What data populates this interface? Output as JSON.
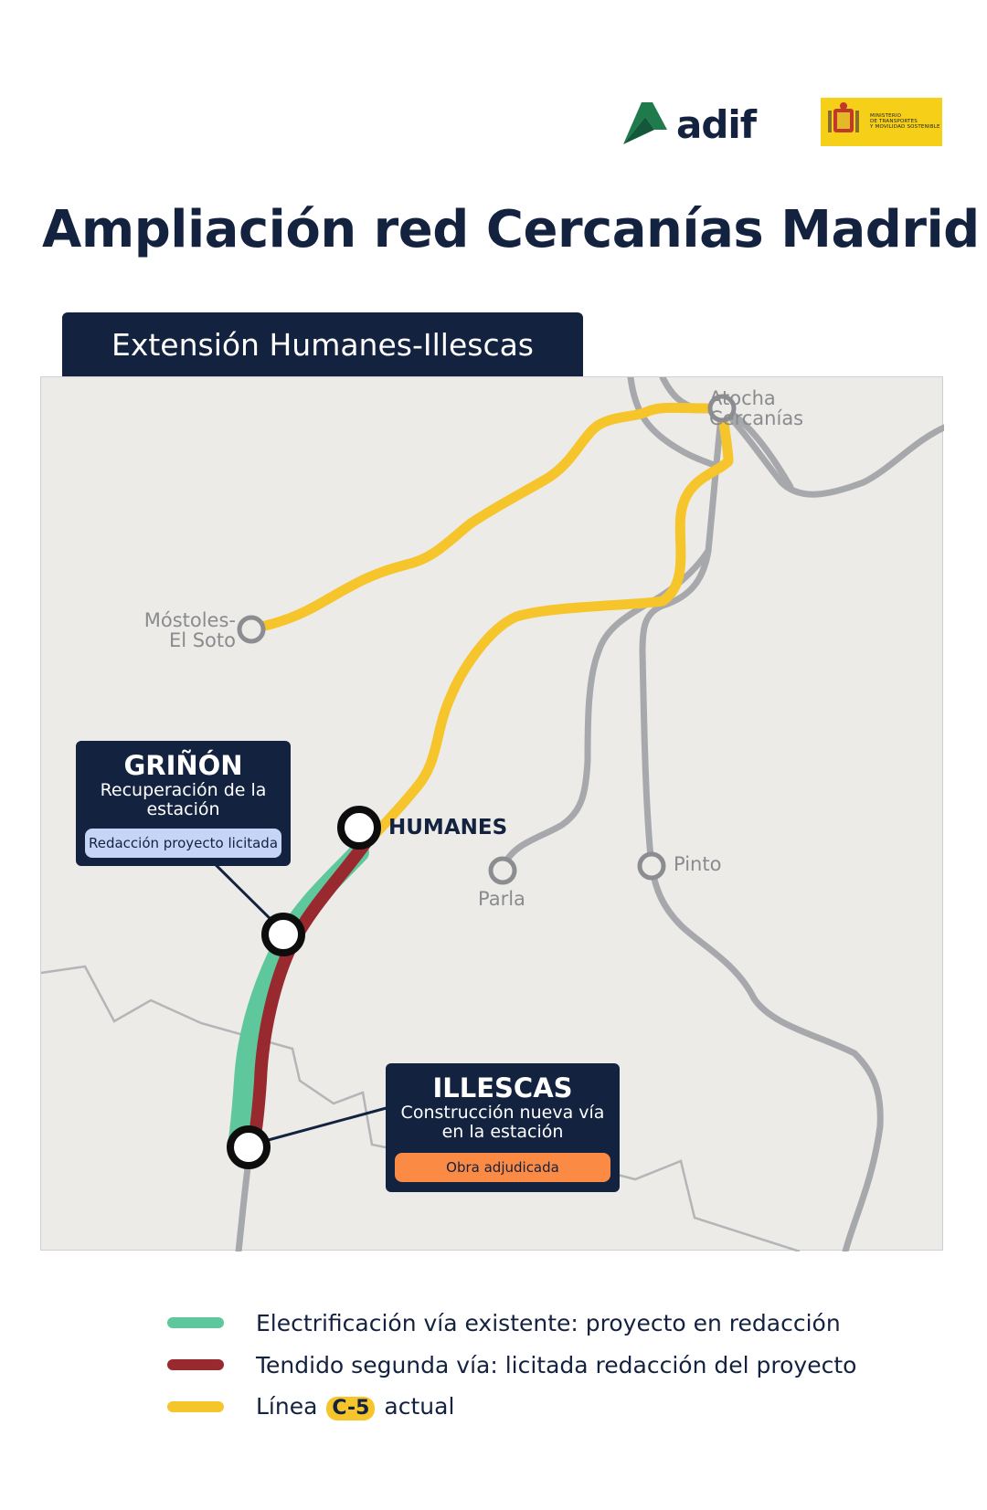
{
  "header": {
    "brand_name": "adif",
    "ministry_lines": [
      "MINISTERIO",
      "DE TRANSPORTES",
      "Y MOVILIDAD SOSTENIBLE"
    ],
    "title": "Ampliación red Cercanías Madrid",
    "tab_label": "Extensión Humanes-Illescas"
  },
  "colors": {
    "navy": "#13223f",
    "yellow_line": "#f6c52c",
    "green_line": "#5fc79c",
    "red_line": "#982a2f",
    "grey_network": "#a7a8ab",
    "map_bg": "#ecebe8",
    "badge_blue": "#c5d5f8",
    "badge_orange": "#fb8a45"
  },
  "map": {
    "stations": {
      "atocha": [
        "Atocha",
        "Cercanías"
      ],
      "mostoles": [
        "Móstoles-",
        "El Soto"
      ],
      "parla": "Parla",
      "pinto": "Pinto",
      "humanes": "HUMANES"
    },
    "grinon_card": {
      "title": "GRIÑÓN",
      "subtitle": [
        "Recuperación de la",
        "estación"
      ],
      "badge": "Redacción proyecto licitada"
    },
    "illescas_card": {
      "title": "ILLESCAS",
      "subtitle": [
        "Construcción nueva vía",
        "en la estación"
      ],
      "badge": "Obra adjudicada"
    }
  },
  "legend": {
    "items": [
      {
        "text": "Electrificación vía existente: proyecto en redacción",
        "color": "#5fc79c"
      },
      {
        "text": "Tendido segunda vía: licitada redacción del proyecto",
        "color": "#982a2f"
      }
    ],
    "line_prefix": "Línea",
    "line_badge": "C-5",
    "line_suffix": "actual",
    "line_color": "#f6c52c"
  }
}
